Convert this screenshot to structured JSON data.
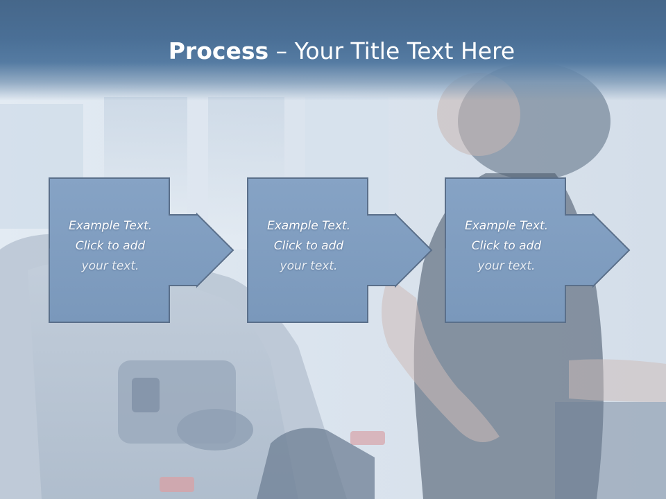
{
  "slide": {
    "title_bold": "Process",
    "title_rest": " – Your Title Text Here"
  },
  "steps": [
    {
      "line1": "Example Text.",
      "line2": "Click  to add",
      "line3": "your text."
    },
    {
      "line1": "Example Text.",
      "line2": "Click  to add",
      "line3": "your text."
    },
    {
      "line1": "Example Text.",
      "line2": "Click  to add",
      "line3": "your text."
    }
  ],
  "colors": {
    "header": "#4a6f96",
    "box_fill": "#7f9dc0",
    "box_border": "#5a6f8a"
  },
  "icons": {
    "step_shape": "box-with-right-arrow"
  }
}
